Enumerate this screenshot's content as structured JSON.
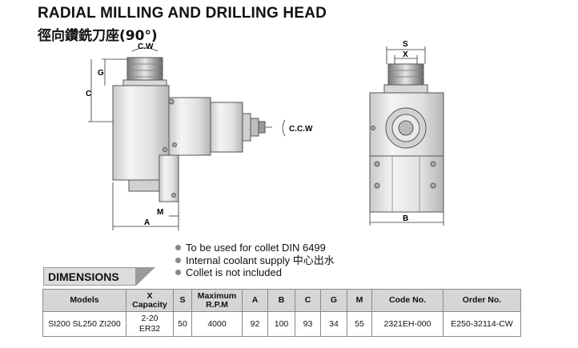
{
  "title_en": "RADIAL MILLING AND DRILLING HEAD",
  "title_zh": "徑向鑽銑刀座(90°)",
  "drawing_labels": {
    "cw_top": "C.W",
    "g": "G",
    "c": "C",
    "ccw": "C.C.W",
    "m": "M",
    "a": "A",
    "s": "S",
    "x": "X",
    "b": "B"
  },
  "notes": [
    "To be used for collet DIN 6499",
    "Internal coolant supply 中心出水",
    "Collet is not included"
  ],
  "dimensions_label": "DIMENSIONS",
  "table": {
    "headers": {
      "models": "Models",
      "x_capacity_1": "X",
      "x_capacity_2": "Capacity",
      "s": "S",
      "rpm_1": "Maximum",
      "rpm_2": "R.P.M",
      "a": "A",
      "b": "B",
      "c": "C",
      "g": "G",
      "m": "M",
      "code": "Code No.",
      "order": "Order No."
    },
    "row": {
      "models": "SI200 SL250 ZI200",
      "x_capacity_1": "2-20",
      "x_capacity_2": "ER32",
      "s": "50",
      "rpm": "4000",
      "a": "92",
      "b": "100",
      "c": "93",
      "g": "34",
      "m": "55",
      "code": "2321EH-000",
      "order": "E250-32114-CW"
    }
  }
}
